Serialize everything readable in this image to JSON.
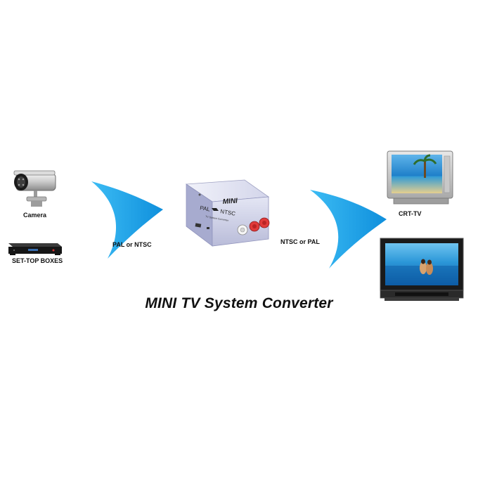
{
  "title": "MINI TV System Converter",
  "sources": {
    "camera_label": "Camera",
    "settop_label": "SET-TOP BOXES"
  },
  "flows": {
    "input_label": "PAL or NTSC",
    "output_label": "NTSC or PAL"
  },
  "converter": {
    "brand": "MINI",
    "mode_left": "PAL",
    "mode_right": "NTSC",
    "subtitle": "TV System Converter"
  },
  "outputs": {
    "crt_label": "CRT-TV"
  },
  "colors": {
    "arrow": "#1aa3e8",
    "device_body": "#c9cbe4",
    "text": "#111111"
  },
  "icons": [
    "camera-icon",
    "set-top-box-icon",
    "converter-device-icon",
    "crt-tv-icon",
    "flat-tv-icon",
    "input-arrow-icon",
    "output-arrow-icon"
  ]
}
